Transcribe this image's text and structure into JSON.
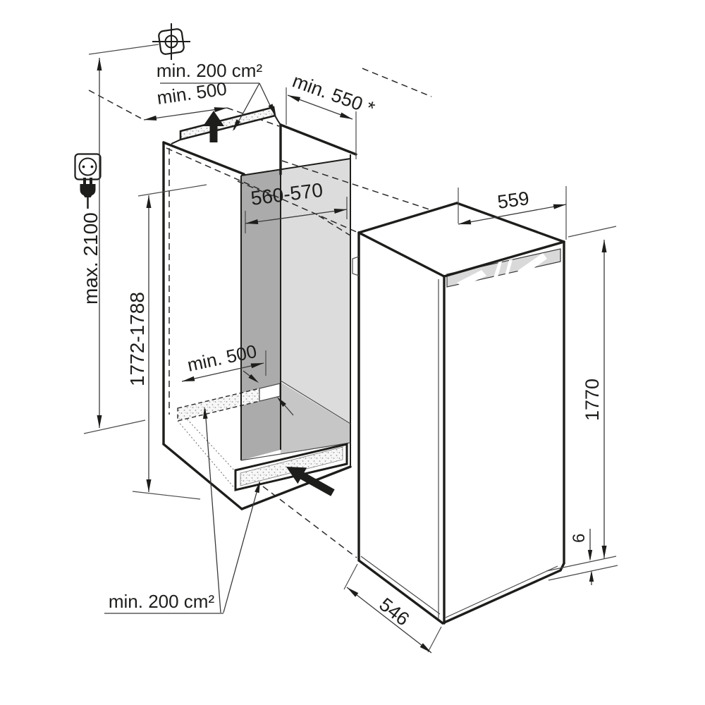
{
  "diagram": {
    "kind": "built-in refrigerator installation dimension drawing",
    "colors": {
      "line": "#1d1d1b",
      "niche_side_wall": "#ababab",
      "niche_back_wall": "#dcdcdc",
      "niche_floor": "#c6c6c6",
      "background": "#ffffff"
    },
    "niche": {
      "top_vent_area": "min. 200 cm²",
      "top_vent_width": "min. 500",
      "depth": "min. 550 *",
      "width": "560-570",
      "height": "1772-1788",
      "socket_max_height": "max. 2100",
      "floor_vent_width": "min. 500",
      "bottom_vent_area": "min. 200 cm²"
    },
    "appliance": {
      "width": "559",
      "height": "1770",
      "depth": "546",
      "base_gap": "6"
    },
    "icons": [
      {
        "name": "datum-target-icon"
      },
      {
        "name": "power-socket-icon"
      },
      {
        "name": "power-plug-icon"
      },
      {
        "name": "airflow-up-arrow"
      },
      {
        "name": "airflow-intake-arrow"
      }
    ]
  }
}
